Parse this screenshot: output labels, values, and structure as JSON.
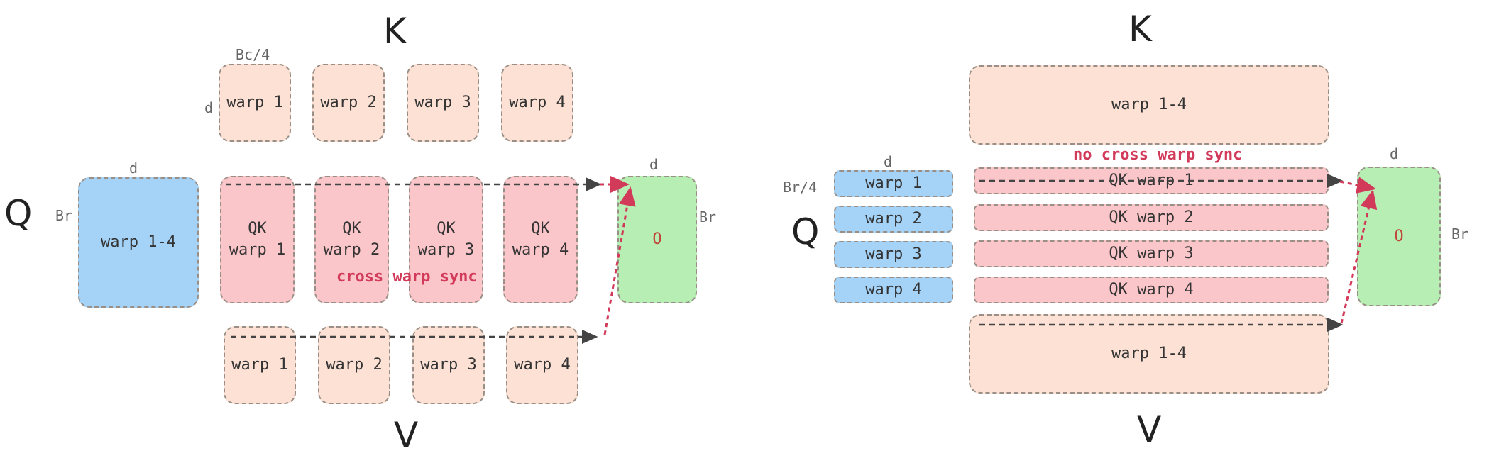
{
  "left": {
    "k_label": "K",
    "q_label": "Q",
    "v_label": "V",
    "dims": {
      "bc4": "Bc/4",
      "k_d": "d",
      "q_d": "d",
      "q_br": "Br",
      "o_d": "d",
      "o_br": "Br"
    },
    "k_warps": [
      "warp 1",
      "warp 2",
      "warp 3",
      "warp 4"
    ],
    "q_block": "warp 1-4",
    "qk_warps": [
      "QK\nwarp 1",
      "QK\nwarp 2",
      "QK\nwarp 3",
      "QK\nwarp 4"
    ],
    "v_warps": [
      "warp 1",
      "warp 2",
      "warp 3",
      "warp 4"
    ],
    "o_label": "O",
    "sync_text": "cross warp sync"
  },
  "right": {
    "k_label": "K",
    "q_label": "Q",
    "v_label": "V",
    "dims": {
      "q_d": "d",
      "br4": "Br/4",
      "o_d": "d",
      "o_br": "Br"
    },
    "k_block": "warp 1-4",
    "sync_text": "no cross warp sync",
    "q_warps": [
      "warp 1",
      "warp 2",
      "warp 3",
      "warp 4"
    ],
    "qk_warps": [
      "QK warp 1",
      "QK warp 2",
      "QK warp 3",
      "QK warp 4"
    ],
    "v_block": "warp 1-4",
    "o_label": "O"
  },
  "colors": {
    "peach": "#fce1d4",
    "pink": "#fbc6ca",
    "blue": "#a5d3f8",
    "green": "#b6eeb3",
    "sync_red": "#d23a5a",
    "arrow_dark": "#444444"
  }
}
